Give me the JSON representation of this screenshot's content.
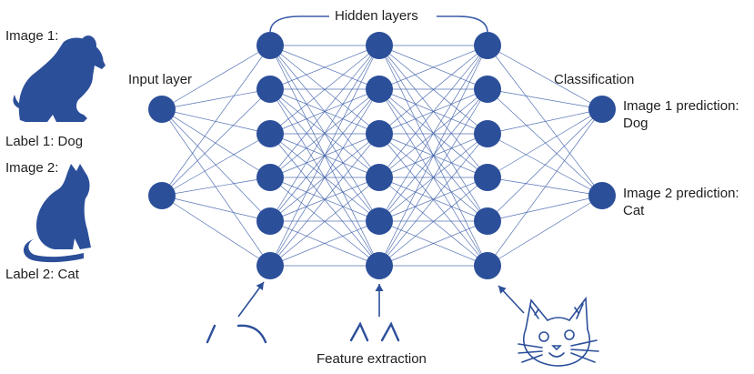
{
  "diagram": {
    "samples": [
      {
        "image_label": "Image 1:",
        "truth_label": "Label 1: Dog",
        "icon": "dog-silhouette-icon"
      },
      {
        "image_label": "Image 2:",
        "truth_label": "Label 2: Cat",
        "icon": "cat-silhouette-icon"
      }
    ],
    "input_layer_label": "Input layer",
    "hidden_layers_label": "Hidden layers",
    "classification_label": "Classification",
    "predictions": [
      {
        "line1": "Image 1 prediction:",
        "line2": "Dog"
      },
      {
        "line1": "Image 2 prediction:",
        "line2": "Cat"
      }
    ],
    "feature_extraction_label": "Feature extraction",
    "layer_sizes": [
      2,
      6,
      6,
      6,
      2
    ],
    "colors": {
      "node": "#2c4f9a",
      "edge": "#3a5ca8",
      "text": "#1e1e1e"
    }
  }
}
